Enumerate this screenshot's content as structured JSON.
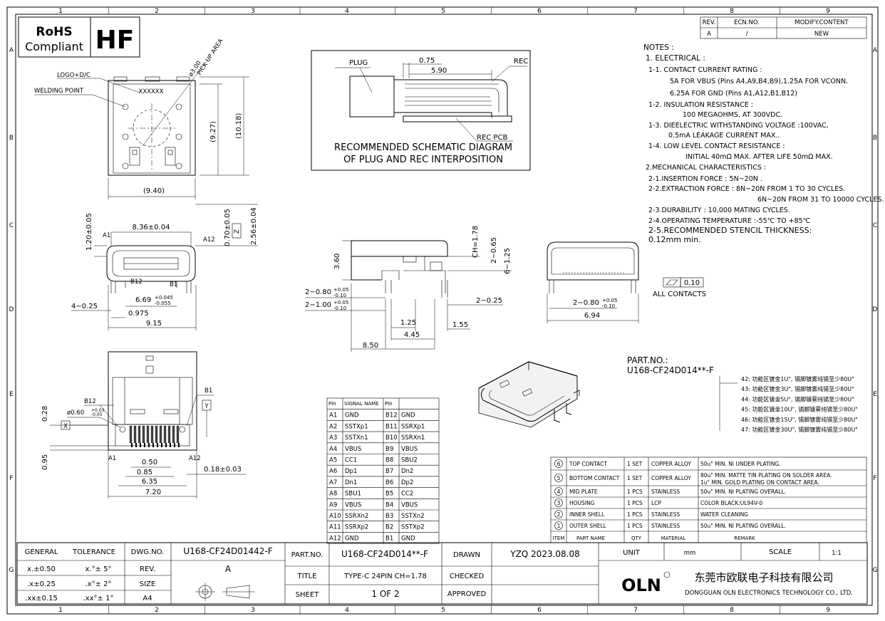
{
  "zone_columns": [
    "1",
    "2",
    "3",
    "4",
    "5",
    "6",
    "7",
    "8",
    "9"
  ],
  "zone_rows": [
    "A",
    "B",
    "C",
    "D",
    "E",
    "F",
    "G"
  ],
  "rohs": {
    "line1": "RoHS",
    "line2": "Compliant",
    "hf": "HF"
  },
  "revision": {
    "headers": [
      "REV.",
      "ECN.NO.",
      "MODIFY.CONTENT"
    ],
    "row": [
      "A",
      "/",
      "NEW"
    ]
  },
  "notes": {
    "title": "NOTES :",
    "lines": [
      "1. ELECTRICAL :",
      "1-1. CONTACT CURRENT RATING :",
      "5A FOR VBUS (Pins A4,A9,B4,B9),1.25A FOR VCONN.",
      "6.25A FOR GND (Pins A1,A12,B1,B12)",
      "1-2. INSULATION RESISTANCE :",
      "100 MEGAOHMS. AT 300VDC.",
      "1-3. DIEELECTRIC WITHSTANDING VOLTAGE :100VAC,",
      "0.5mA LEAKAGE CURRENT MAX..",
      "1-4. LOW LEVEL CONTACT RESISTANCE :",
      "INITIAL 40mΩ MAX. AFTER LIFE 50mΩ MAX.",
      "2.MECHANICAL CHARACTERISTICS :",
      "2-1.INSERTION FORCE : 5N~20N .",
      "2-2.EXTRACTION FORCE : 8N~20N FROM 1 TO 30 CYCLES.",
      "6N~20N FROM 31 TO 10000 CYCLES.",
      "2-3.DURABILITY : 10,000 MATING CYCLES.",
      "2-4.OPERATING TEMPERATURE :-55℃ TO +85℃",
      "2-5.RECOMMENDED STENCIL THICKNESS:",
      "0.12mm min."
    ]
  },
  "schematic": {
    "plug": "PLUG",
    "rec": "REC",
    "rec_pcb": "REC PCB",
    "dim1": "0.75",
    "dim2": "5.90",
    "caption1": "RECOMMENDED SCHEMATIC DIAGRAM",
    "caption2": "OF PLUG AND REC INTERPOSITION"
  },
  "top_view": {
    "logo": "LOGO+D/C",
    "welding": "WELDING POINT",
    "marking": "XXXXXX",
    "pickup": "ø3.00",
    "pickup2": "PICK UP AREA",
    "h1": "(9.27)",
    "h2": "(10.18)",
    "w": "(9.40)"
  },
  "front_view": {
    "w1": "8.36±0.04",
    "a1": "A1",
    "a12": "A12",
    "b12": "B12",
    "b1": "B1",
    "h1": "1.20±0.05",
    "h2": "0.70±0.05",
    "h3": "2.56±0.04",
    "z": "Z",
    "w2": "6.69",
    "w2tol_up": "+0.045",
    "w2tol_dn": "-0.055",
    "pin": "4−0.25",
    "w3": "0.975",
    "w4": "9.15"
  },
  "side_view": {
    "ch": "CH=1.78",
    "h": "3.60",
    "d1": "2−0.65",
    "d2": "6−1.25",
    "s1": "2−0.80",
    "s1tol_up": "+0.05",
    "s1tol_dn": "-0.10",
    "s2": "2−1.00",
    "s2tol_up": "+0.05",
    "s2tol_dn": "-0.10",
    "d3": "2−0.25",
    "d4": "1.25",
    "d5": "4.45",
    "d6": "1.55",
    "d7": "8.50"
  },
  "end_view": {
    "s": "2−0.80",
    "stol_up": "+0.05",
    "stol_dn": "-0.10",
    "w": "6.94",
    "flat": "0.10",
    "all": "ALL CONTACTS"
  },
  "pcb_view": {
    "b12": "B12",
    "b1": "B1",
    "a1": "A1",
    "a12": "A12",
    "hole": "ø0.60",
    "hole_up": "+0.03",
    "hole_dn": "-0.05",
    "x": "X",
    "y": "Y",
    "v1": "0.28",
    "v2": "0.95",
    "d1": "0.50",
    "d2": "0.85",
    "d3": "6.35",
    "d4": "7.20",
    "d5": "0.18±0.03"
  },
  "pin_table": {
    "headers": [
      "PIn",
      "SIGNAL NAME",
      "PIn",
      ""
    ],
    "rows": [
      [
        "A1",
        "GND",
        "B12",
        "GND"
      ],
      [
        "A2",
        "SSTXp1",
        "B11",
        "SSRXp1"
      ],
      [
        "A3",
        "SSTXn1",
        "B10",
        "SSRXn1"
      ],
      [
        "A4",
        "VBUS",
        "B9",
        "VBUS"
      ],
      [
        "A5",
        "CC1",
        "B8",
        "SBU2"
      ],
      [
        "A6",
        "Dp1",
        "B7",
        "Dn2"
      ],
      [
        "A7",
        "Dn1",
        "B6",
        "Dp2"
      ],
      [
        "A8",
        "SBU1",
        "B5",
        "CC2"
      ],
      [
        "A9",
        "VBUS",
        "B4",
        "VBUS"
      ],
      [
        "A10",
        "SSRXn2",
        "B3",
        "SSTXn2"
      ],
      [
        "A11",
        "SSRXp2",
        "B2",
        "SSTXp2"
      ],
      [
        "A12",
        "GND",
        "B1",
        "GND"
      ]
    ]
  },
  "part_no": {
    "label": "PART.NO.:",
    "value": "U168-CF24D014**-F",
    "options": [
      "42: 功能区镀金1U\", 锡脚镀雾纯锡至少80U\"",
      "43: 功能区镀金3U\", 锡脚镀雾纯锡至少80U\"",
      "44: 功能区镀金5U\", 锡脚镀雾纯锡至少80U\"",
      "45: 功能区镀金10U\", 锡脚镀雾纯锡至少80U\"",
      "46: 功能区镀金15U\", 锡脚镀雾纯锡至少80U\"",
      "47: 功能区镀金30U\", 锡脚镀雾纯锡至少80U\""
    ]
  },
  "bom": {
    "headers": [
      "ITEM",
      "PART NAME",
      "QTY",
      "MATERIAL",
      "REMARK"
    ],
    "rows": [
      [
        "6",
        "TOP CONTACT",
        "1 SET",
        "COPPER ALLOY",
        "50u\" MIN. NI UNDER PLATING.",
        ""
      ],
      [
        "5",
        "BOTTOM CONTACT",
        "1 SET",
        "COPPER ALLOY",
        "80u\" MIN. MATTE TIN PLATING ON SOLDER AREA.",
        "1u\" MIN. GOLD PLATING ON CONTACT AREA."
      ],
      [
        "4",
        "MID PLATE",
        "1 PCS",
        "STAINLESS",
        "50u\" MIN. NI PLATING OVERALL.",
        ""
      ],
      [
        "3",
        "HOUSING",
        "1 PCS",
        "LCP",
        "COLOR BLACK;UL94V-0",
        ""
      ],
      [
        "2",
        "INNER SHELL",
        "1 PCS",
        "STAINLESS",
        "WATER CLEANING",
        ""
      ],
      [
        "1",
        "OUTER SHELL",
        "1 PCS",
        "STAINLESS",
        "50u\" MIN. NI PLATING OVERALL.",
        ""
      ]
    ]
  },
  "title_block": {
    "general": "GENERAL",
    "tolerance": "TOLERANCE",
    "tol": [
      [
        "x.±0.50",
        "x.°± 5°"
      ],
      [
        ".x±0.25",
        ".x°± 2°"
      ],
      [
        ".xx±0.15",
        ".xx°± 1°"
      ]
    ],
    "dwg_label": "DWG.NO.",
    "dwg_value": "U168-CF24D01442-F",
    "rev_label": "REV.",
    "rev_value": "A",
    "size_label": "SIZE",
    "size_value": "A4",
    "part_label": "PART.NO.",
    "part_value": "U168-CF24D014**-F",
    "title_label": "TITLE",
    "title_value": "TYPE-C 24PIN CH=1.78",
    "sheet_label": "SHEET",
    "sheet_value": "1 OF 2",
    "drawn": "DRAWN",
    "drawn_by": "YZQ 2023.08.08",
    "checked": "CHECKED",
    "approved": "APPROVED",
    "unit": "UNIT",
    "unit_value": "mm",
    "scale": "SCALE",
    "scale_value": "1:1",
    "logo": "OLN",
    "company_cn": "东莞市欧联电子科技有限公司",
    "company_en": "DONGGUAN OLN ELECTRONICS TECHNOLOGY CO., LTD."
  }
}
